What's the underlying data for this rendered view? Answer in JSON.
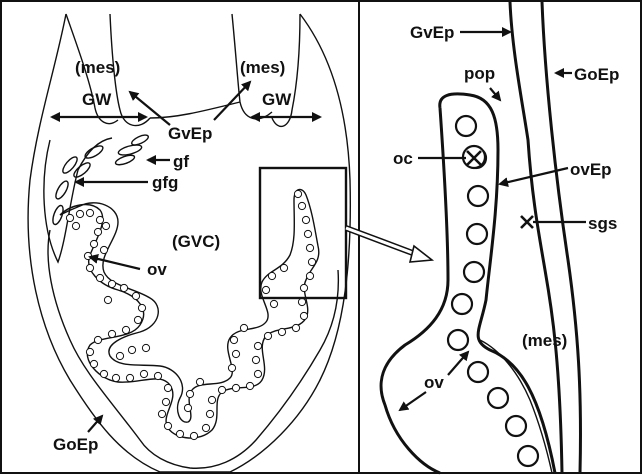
{
  "left_panel": {
    "label_mes_left": "(mes)",
    "label_mes_right": "(mes)",
    "label_gw_left": "GW",
    "label_gw_right": "GW",
    "label_gvep": "GvEp",
    "label_gf": "gf",
    "label_gfg": "gfg",
    "label_gvc": "(GVC)",
    "label_ov": "ov",
    "label_goep": "GoEp"
  },
  "right_panel": {
    "label_gvep": "GvEp",
    "label_pop": "pop",
    "label_goep": "GoEp",
    "label_oc": "oc",
    "label_ovep": "ovEp",
    "label_sgs": "sgs",
    "label_mes": "(mes)",
    "label_ov": "ov"
  }
}
